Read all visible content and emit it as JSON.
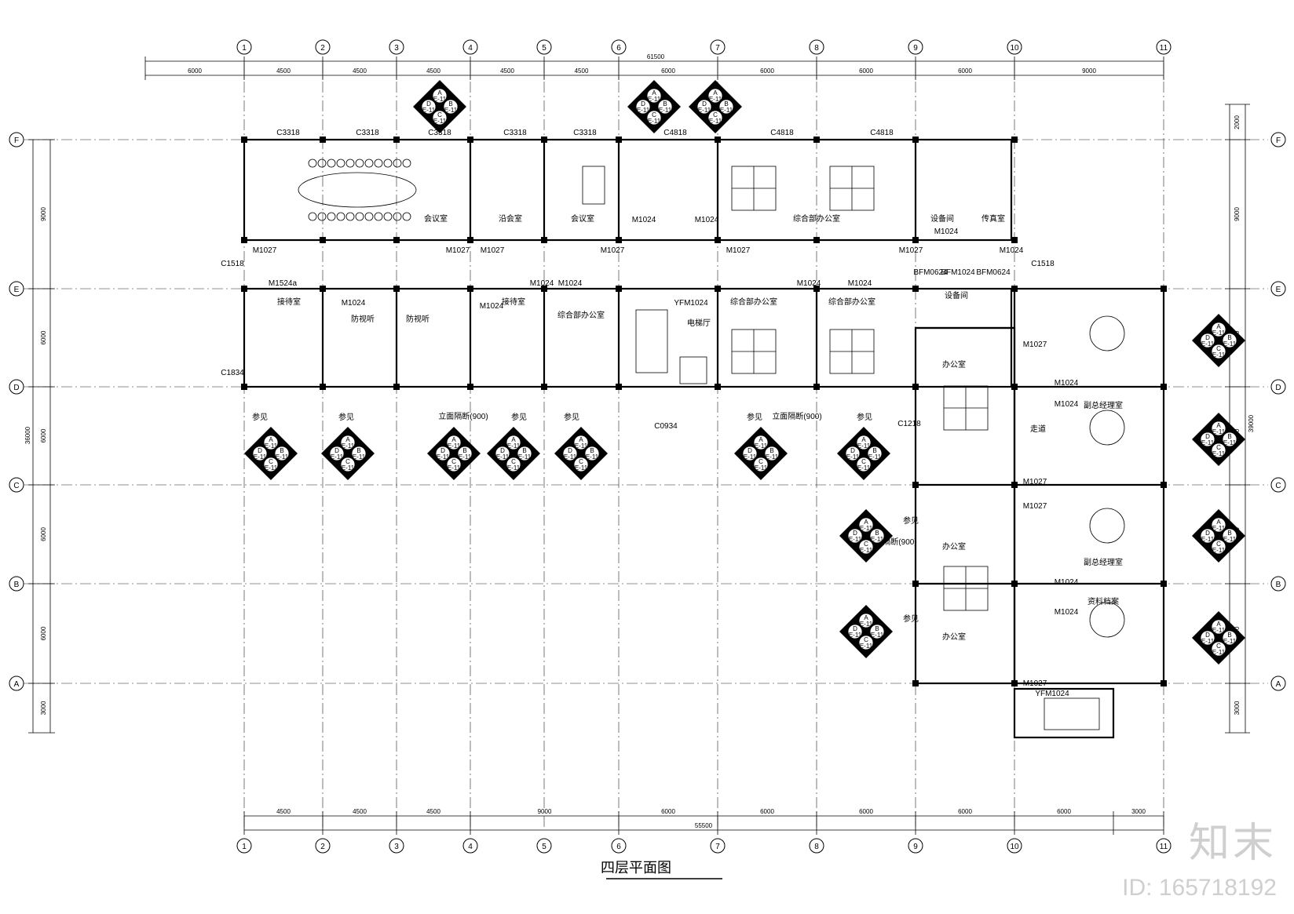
{
  "drawing": {
    "title": "四层平面图",
    "watermark_logo": "知末",
    "watermark_id": "ID: 165718192"
  },
  "axes": {
    "top": [
      "1",
      "2",
      "3",
      "4",
      "5",
      "6",
      "7",
      "8",
      "9",
      "10",
      "11"
    ],
    "bottom": [
      "1",
      "2",
      "3",
      "4",
      "5",
      "6",
      "7",
      "8",
      "9",
      "10",
      "11"
    ],
    "rows": [
      "F",
      "E",
      "D",
      "C",
      "B",
      "A"
    ]
  },
  "dimensions": {
    "top_total": "61500",
    "top_spans": [
      "6000",
      "4500",
      "4500",
      "4500",
      "4500",
      "4500",
      "6000",
      "6000",
      "6000",
      "6000",
      "9000"
    ],
    "bottom_spans": [
      "4500",
      "4500",
      "4500",
      "9000",
      "6000",
      "6000",
      "6000",
      "6000",
      "6000",
      "3000"
    ],
    "bottom_total": "55500",
    "left_spans": [
      "9000",
      "6000",
      "6000",
      "6000",
      "6000",
      "3000"
    ],
    "left_total": "36000",
    "right_top": "2000",
    "right_spans": [
      "9000",
      "6000",
      "6000",
      "6000",
      "6000",
      "3000"
    ],
    "right_total": "39000"
  },
  "rooms": [
    {
      "name": "会议室"
    },
    {
      "name": "沿会室"
    },
    {
      "name": "会议室"
    },
    {
      "name": "综合部办公室"
    },
    {
      "name": "设备间"
    },
    {
      "name": "传真室"
    },
    {
      "name": "接待室"
    },
    {
      "name": "防视听"
    },
    {
      "name": "防视听"
    },
    {
      "name": "接待室"
    },
    {
      "name": "综合部办公室"
    },
    {
      "name": "电梯厅"
    },
    {
      "name": "综合部办公室"
    },
    {
      "name": "综合部办公室"
    },
    {
      "name": "设备间"
    },
    {
      "name": "办公室"
    },
    {
      "name": "办公室"
    },
    {
      "name": "办公室"
    },
    {
      "name": "走道"
    },
    {
      "name": "副总经理室"
    },
    {
      "name": "副总经理室"
    },
    {
      "name": "资料档案"
    }
  ],
  "codes": {
    "windows": [
      "C3318",
      "C3318",
      "C3318",
      "C3318",
      "C3318",
      "C4818",
      "C4818",
      "C4818",
      "C1518",
      "C1518",
      "C1834",
      "C0934",
      "C1218"
    ],
    "doors": [
      "M1027",
      "M1027",
      "M1027",
      "M1027",
      "M1027",
      "M1027",
      "M1024",
      "M1024",
      "M1024",
      "M1024",
      "M1524a",
      "M1024",
      "M1024",
      "M1024",
      "M1024",
      "M1024",
      "M1024",
      "YFM1024",
      "BFM1024",
      "BFM0624",
      "BFM0624",
      "M1027",
      "M1027",
      "M1027",
      "M1027",
      "M1024",
      "M1024",
      "M1024",
      "M1024",
      "YFM1024"
    ]
  },
  "notes": {
    "ref": "参见",
    "partition": "立面隔断(900)"
  },
  "bubble_letters": [
    "A",
    "B",
    "C",
    "D"
  ],
  "bubble_sheet": "E-11"
}
